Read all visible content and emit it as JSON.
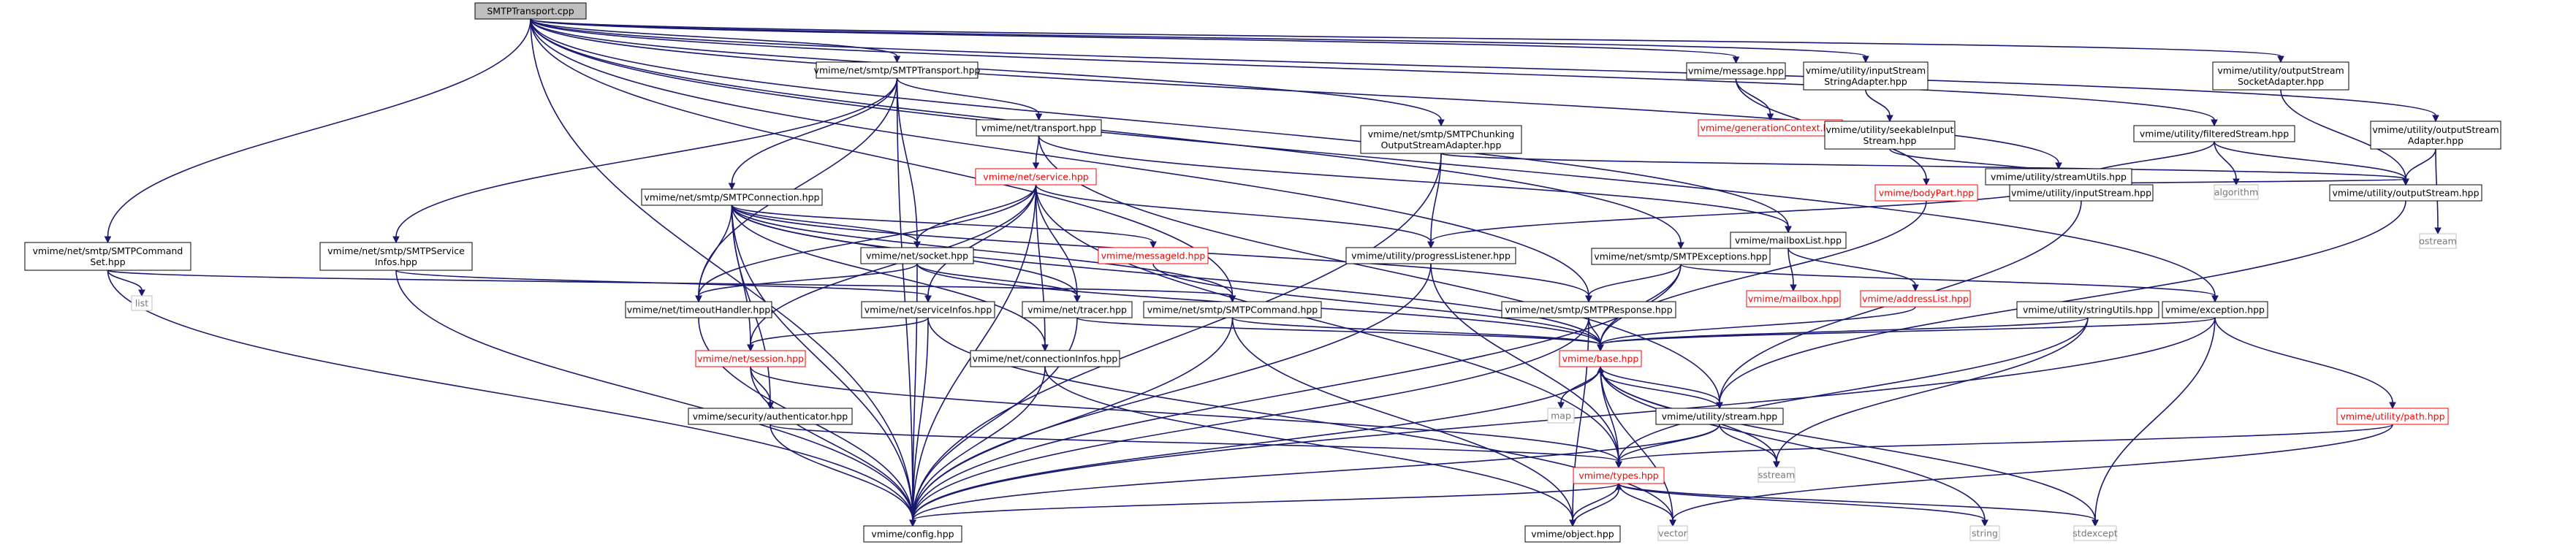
{
  "graph": {
    "nodes": [
      {
        "id": "smtptransport_cpp",
        "text": [
          "SMTPTransport.cpp"
        ],
        "style": "focus"
      },
      {
        "id": "smtp_transport_hpp",
        "text": [
          "vmime/net/smtp/SMTPTransport.hpp"
        ],
        "style": "normal"
      },
      {
        "id": "net_transport_hpp",
        "text": [
          "vmime/net/transport.hpp"
        ],
        "style": "normal"
      },
      {
        "id": "net_service_hpp",
        "text": [
          "vmime/net/service.hpp"
        ],
        "style": "red"
      },
      {
        "id": "smtp_connection_hpp",
        "text": [
          "vmime/net/smtp/SMTPConnection.hpp"
        ],
        "style": "normal"
      },
      {
        "id": "smtp_commandset_hpp",
        "text": [
          "vmime/net/smtp/SMTPCommand",
          "Set.hpp"
        ],
        "style": "normal"
      },
      {
        "id": "list",
        "text": [
          "list"
        ],
        "style": "gray"
      },
      {
        "id": "smtp_serviceinfos_hpp",
        "text": [
          "vmime/net/smtp/SMTPService",
          "Infos.hpp"
        ],
        "style": "normal"
      },
      {
        "id": "net_socket_hpp",
        "text": [
          "vmime/net/socket.hpp"
        ],
        "style": "normal"
      },
      {
        "id": "messageid_hpp",
        "text": [
          "vmime/messageId.hpp"
        ],
        "style": "red"
      },
      {
        "id": "smtp_chunking_hpp",
        "text": [
          "vmime/net/smtp/SMTPChunking",
          "OutputStreamAdapter.hpp"
        ],
        "style": "normal"
      },
      {
        "id": "progresslistener_hpp",
        "text": [
          "vmime/utility/progressListener.hpp"
        ],
        "style": "normal"
      },
      {
        "id": "message_hpp",
        "text": [
          "vmime/message.hpp"
        ],
        "style": "normal"
      },
      {
        "id": "generationcontext_hpp",
        "text": [
          "vmime/generationContext.hpp"
        ],
        "style": "red"
      },
      {
        "id": "inputstreamstringadapter_hpp",
        "text": [
          "vmime/utility/inputStream",
          "StringAdapter.hpp"
        ],
        "style": "normal"
      },
      {
        "id": "seekableinputstream_hpp",
        "text": [
          "vmime/utility/seekableInput",
          "Stream.hpp"
        ],
        "style": "normal"
      },
      {
        "id": "streamutils_hpp",
        "text": [
          "vmime/utility/streamUtils.hpp"
        ],
        "style": "normal"
      },
      {
        "id": "filteredstream_hpp",
        "text": [
          "vmime/utility/filteredStream.hpp"
        ],
        "style": "normal"
      },
      {
        "id": "outputstreamsocketadapter_hpp",
        "text": [
          "vmime/utility/outputStream",
          "SocketAdapter.hpp"
        ],
        "style": "normal"
      },
      {
        "id": "outputstreamadapter_hpp",
        "text": [
          "vmime/utility/outputStream",
          "Adapter.hpp"
        ],
        "style": "normal"
      },
      {
        "id": "bodypart_hpp",
        "text": [
          "vmime/bodyPart.hpp"
        ],
        "style": "red"
      },
      {
        "id": "inputstream_hpp",
        "text": [
          "vmime/utility/inputStream.hpp"
        ],
        "style": "normal"
      },
      {
        "id": "algorithm",
        "text": [
          "algorithm"
        ],
        "style": "gray"
      },
      {
        "id": "outputstream_hpp",
        "text": [
          "vmime/utility/outputStream.hpp"
        ],
        "style": "normal"
      },
      {
        "id": "ostream",
        "text": [
          "ostream"
        ],
        "style": "gray"
      },
      {
        "id": "mailboxlist_hpp",
        "text": [
          "vmime/mailboxList.hpp"
        ],
        "style": "normal"
      },
      {
        "id": "mailbox_hpp",
        "text": [
          "vmime/mailbox.hpp"
        ],
        "style": "red"
      },
      {
        "id": "addresslist_hpp",
        "text": [
          "vmime/addressList.hpp"
        ],
        "style": "red"
      },
      {
        "id": "smtp_exceptions_hpp",
        "text": [
          "vmime/net/smtp/SMTPExceptions.hpp"
        ],
        "style": "normal"
      },
      {
        "id": "timeouthandler_hpp",
        "text": [
          "vmime/net/timeoutHandler.hpp"
        ],
        "style": "normal"
      },
      {
        "id": "serviceinfos_hpp",
        "text": [
          "vmime/net/serviceInfos.hpp"
        ],
        "style": "normal"
      },
      {
        "id": "tracer_hpp",
        "text": [
          "vmime/net/tracer.hpp"
        ],
        "style": "normal"
      },
      {
        "id": "smtp_command_hpp",
        "text": [
          "vmime/net/smtp/SMTPCommand.hpp"
        ],
        "style": "normal"
      },
      {
        "id": "smtp_response_hpp",
        "text": [
          "vmime/net/smtp/SMTPResponse.hpp"
        ],
        "style": "normal"
      },
      {
        "id": "stringutils_hpp",
        "text": [
          "vmime/utility/stringUtils.hpp"
        ],
        "style": "normal"
      },
      {
        "id": "exception_hpp",
        "text": [
          "vmime/exception.hpp"
        ],
        "style": "normal"
      },
      {
        "id": "session_hpp",
        "text": [
          "vmime/net/session.hpp"
        ],
        "style": "red"
      },
      {
        "id": "connectioninfos_hpp",
        "text": [
          "vmime/net/connectionInfos.hpp"
        ],
        "style": "normal"
      },
      {
        "id": "base_hpp",
        "text": [
          "vmime/base.hpp"
        ],
        "style": "red"
      },
      {
        "id": "map",
        "text": [
          "map"
        ],
        "style": "gray"
      },
      {
        "id": "stream_hpp",
        "text": [
          "vmime/utility/stream.hpp"
        ],
        "style": "normal"
      },
      {
        "id": "path_hpp",
        "text": [
          "vmime/utility/path.hpp"
        ],
        "style": "red"
      },
      {
        "id": "authenticator_hpp",
        "text": [
          "vmime/security/authenticator.hpp"
        ],
        "style": "normal"
      },
      {
        "id": "types_hpp",
        "text": [
          "vmime/types.hpp"
        ],
        "style": "red"
      },
      {
        "id": "sstream",
        "text": [
          "sstream"
        ],
        "style": "gray"
      },
      {
        "id": "config_hpp",
        "text": [
          "vmime/config.hpp"
        ],
        "style": "normal"
      },
      {
        "id": "object_hpp",
        "text": [
          "vmime/object.hpp"
        ],
        "style": "normal"
      },
      {
        "id": "vector",
        "text": [
          "vector"
        ],
        "style": "gray"
      },
      {
        "id": "string",
        "text": [
          "string"
        ],
        "style": "gray"
      },
      {
        "id": "stdexcept",
        "text": [
          "stdexcept"
        ],
        "style": "gray"
      }
    ]
  }
}
